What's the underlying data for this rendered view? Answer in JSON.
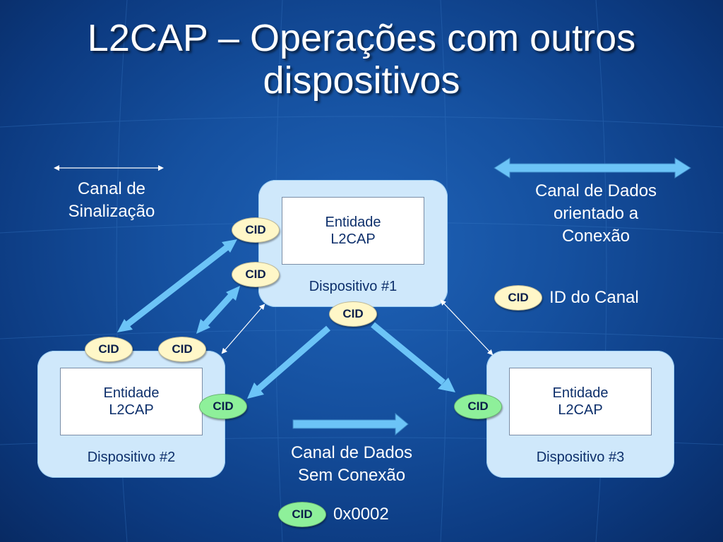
{
  "title": {
    "line1": "L2CAP – Operações com outros",
    "line2": "dispositivos"
  },
  "devices": [
    {
      "entity_line1": "Entidade",
      "entity_line2": "L2CAP",
      "label": "Dispositivo #1"
    },
    {
      "entity_line1": "Entidade",
      "entity_line2": "L2CAP",
      "label": "Dispositivo #2"
    },
    {
      "entity_line1": "Entidade",
      "entity_line2": "L2CAP",
      "label": "Dispositivo #3"
    }
  ],
  "cid_label": "CID",
  "legend": {
    "signaling": {
      "line1": "Canal de",
      "line2": "Sinalização"
    },
    "connection_oriented": {
      "line1": "Canal de Dados",
      "line2": "orientado a",
      "line3": "Conexão"
    },
    "channel_id": {
      "text": "ID do Canal"
    },
    "connectionless": {
      "line1": "Canal de Dados",
      "line2": "Sem Conexão"
    },
    "connectionless_cid": {
      "value": "0x0002"
    }
  },
  "colors": {
    "thick_arrow": "#6cc4f7",
    "thin_arrow": "#ffffff",
    "cid_yellow": "#fff7c8",
    "cid_green": "#8ef09a",
    "device_fill": "#cfe8fb"
  }
}
